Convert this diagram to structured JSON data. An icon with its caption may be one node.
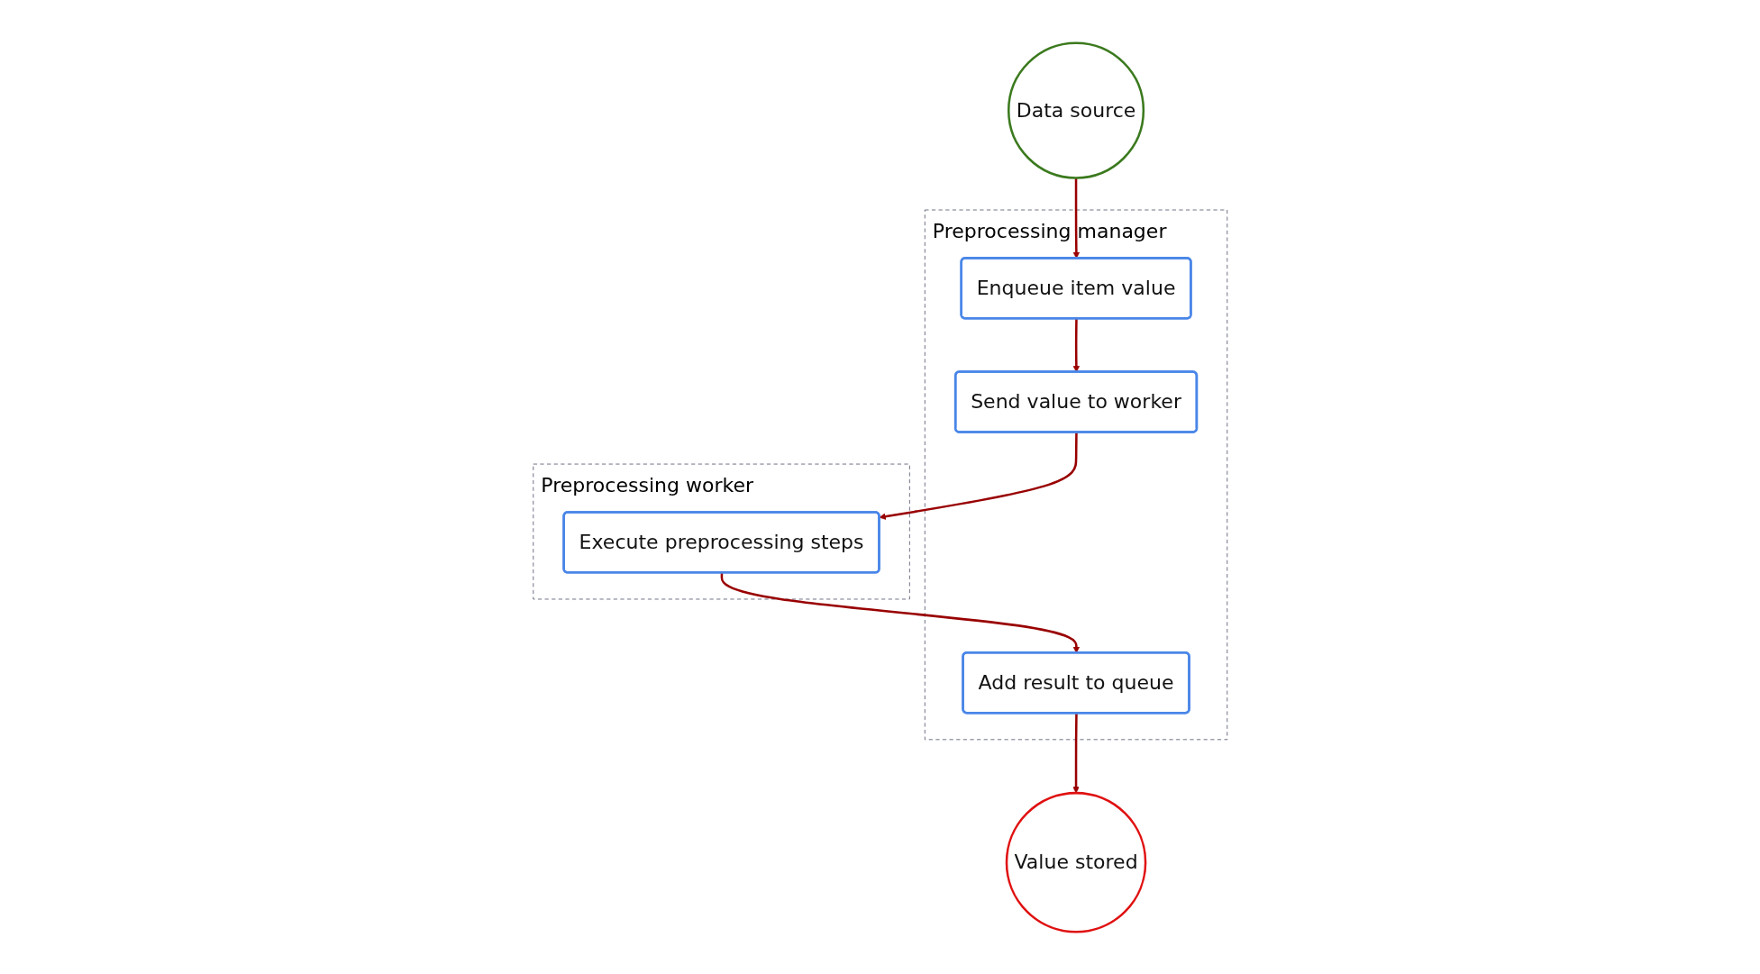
{
  "diagram": {
    "nodes": [
      {
        "text": [
          "Data source"
        ]
      },
      {
        "text": [
          "Preprocessing manager"
        ]
      },
      {
        "text": [
          "Enqueue item value"
        ],
        "in": 1
      },
      {
        "text": [
          "Send value to worker"
        ],
        "in": 1
      },
      {
        "text": [
          "Add result to queue"
        ],
        "in": 1
      },
      {
        "text": [
          "Preprocessing worker"
        ]
      },
      {
        "text": [
          "Execute preprocessing steps"
        ],
        "in": 5
      },
      {
        "text": [
          "Value stored"
        ]
      }
    ],
    "edges": [
      {
        "from": 0,
        "to": 2,
        "arrow": "to"
      },
      {
        "from": 2,
        "to": 3,
        "arrow": "to"
      },
      {
        "from": 3,
        "to": 6,
        "arrow": "to"
      },
      {
        "from": 6,
        "to": 4,
        "arrow": "to"
      },
      {
        "from": 4,
        "to": 7,
        "arrow": "to"
      }
    ]
  }
}
